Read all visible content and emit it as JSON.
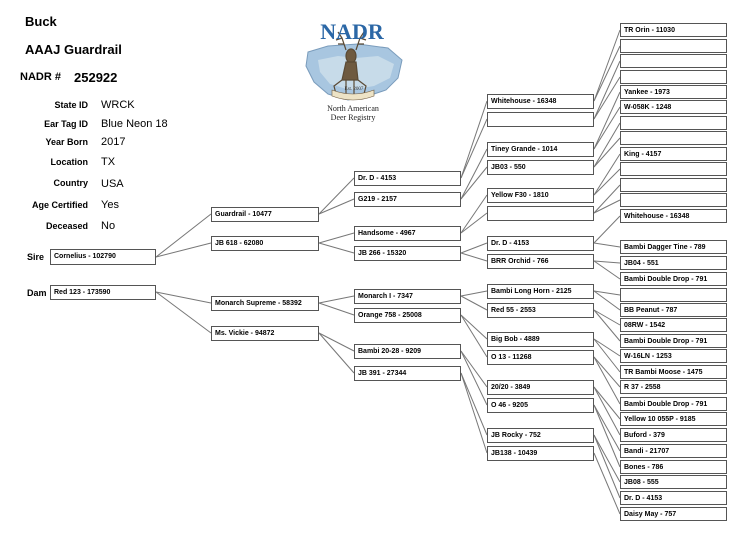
{
  "header": {
    "sex": "Buck",
    "name": "AAAJ Guardrail",
    "nadr_label": "NADR #",
    "nadr_number": "252922"
  },
  "logo": {
    "title": "NADR",
    "est": "Est. 2007",
    "line1": "North American",
    "line2": "Deer Registry"
  },
  "info": [
    {
      "label": "State ID",
      "value": "WRCK"
    },
    {
      "label": "Ear Tag ID",
      "value": "Blue Neon 18"
    },
    {
      "label": "Year Born",
      "value": "2017"
    },
    {
      "label": "Location",
      "value": "TX"
    },
    {
      "label": "Country",
      "value": "USA"
    },
    {
      "label": "Age Certified",
      "value": "Yes"
    },
    {
      "label": "Deceased",
      "value": "No"
    }
  ],
  "labels": {
    "sire": "Sire",
    "dam": "Dam"
  },
  "pedigree": {
    "g1": [
      "Cornelius - 102790",
      "Red 123 - 173590"
    ],
    "g2": [
      "Guardrail - 10477",
      "JB 618 - 62080",
      "Monarch Supreme - 58392",
      "Ms. Vickie - 94872"
    ],
    "g3": [
      "Dr. D - 4153",
      "G219 - 2157",
      "Handsome - 4967",
      "JB 266 - 15320",
      "Monarch I - 7347",
      "Orange 758 - 25008",
      "Bambi 20-28 - 9209",
      "JB 391 - 27344"
    ],
    "g4": [
      "Whitehouse - 16348",
      "",
      "Tiney Grande - 1014",
      "JB03 - 550",
      "Yellow F30 - 1810",
      "",
      "Dr. D - 4153",
      "BRR Orchid - 766",
      "Bambi Long Horn - 2125",
      "Red 55 - 2553",
      "Big Bob - 4889",
      "O 13 - 11268",
      "20/20 - 3849",
      "O 46 - 9205",
      "JB Rocky - 752",
      "JB138 - 10439"
    ],
    "g5": [
      "TR Orin - 11030",
      "",
      "",
      "",
      "Yankee - 1973",
      "W-058K - 1248",
      "",
      "",
      "King - 4157",
      "",
      "",
      "",
      "Whitehouse - 16348",
      "Bambi Dagger Tine - 789",
      "JB04 - 551",
      "Bambi Double Drop - 791",
      "",
      "BB Peanut - 787",
      "08RW - 1542",
      "Bambi Double Drop - 791",
      "W-16LN - 1253",
      "TR Bambi Moose - 1475",
      "R 37 - 2558",
      "Bambi Double Drop - 791",
      "Yellow 10 055P - 9185",
      "Buford - 379",
      "Bandi - 21707",
      "Bones - 786",
      "JB08 - 555",
      "Dr. D - 4153",
      "Daisy May - 757"
    ]
  }
}
